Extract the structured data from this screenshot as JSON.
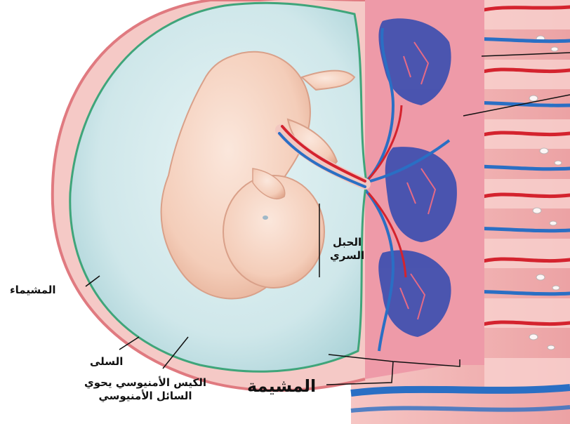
{
  "labels": {
    "chorion": "المشيماء",
    "amnion": "السلى",
    "amniotic_sac_line1": "الكيس الأمنيوسي يحوي",
    "amniotic_sac_line2": "السائل الأمنيوسي",
    "umbilical_cord_line1": "الحبل",
    "umbilical_cord_line2": "السري",
    "placenta": "المشيمة"
  },
  "colors": {
    "uterine_wall": "#f2b6b6",
    "chorion_line": "#e07a80",
    "amnion_line": "#3fa57a",
    "amniotic_fluid": "#cde7ea",
    "fetus_skin": "#f6d7c8",
    "placenta_tissue": "#e88a9a",
    "maternal_artery": "#d4232e",
    "maternal_vein": "#2a6fc4",
    "villi_blue": "#3d4fb0",
    "villi_pink": "#e56a86"
  }
}
